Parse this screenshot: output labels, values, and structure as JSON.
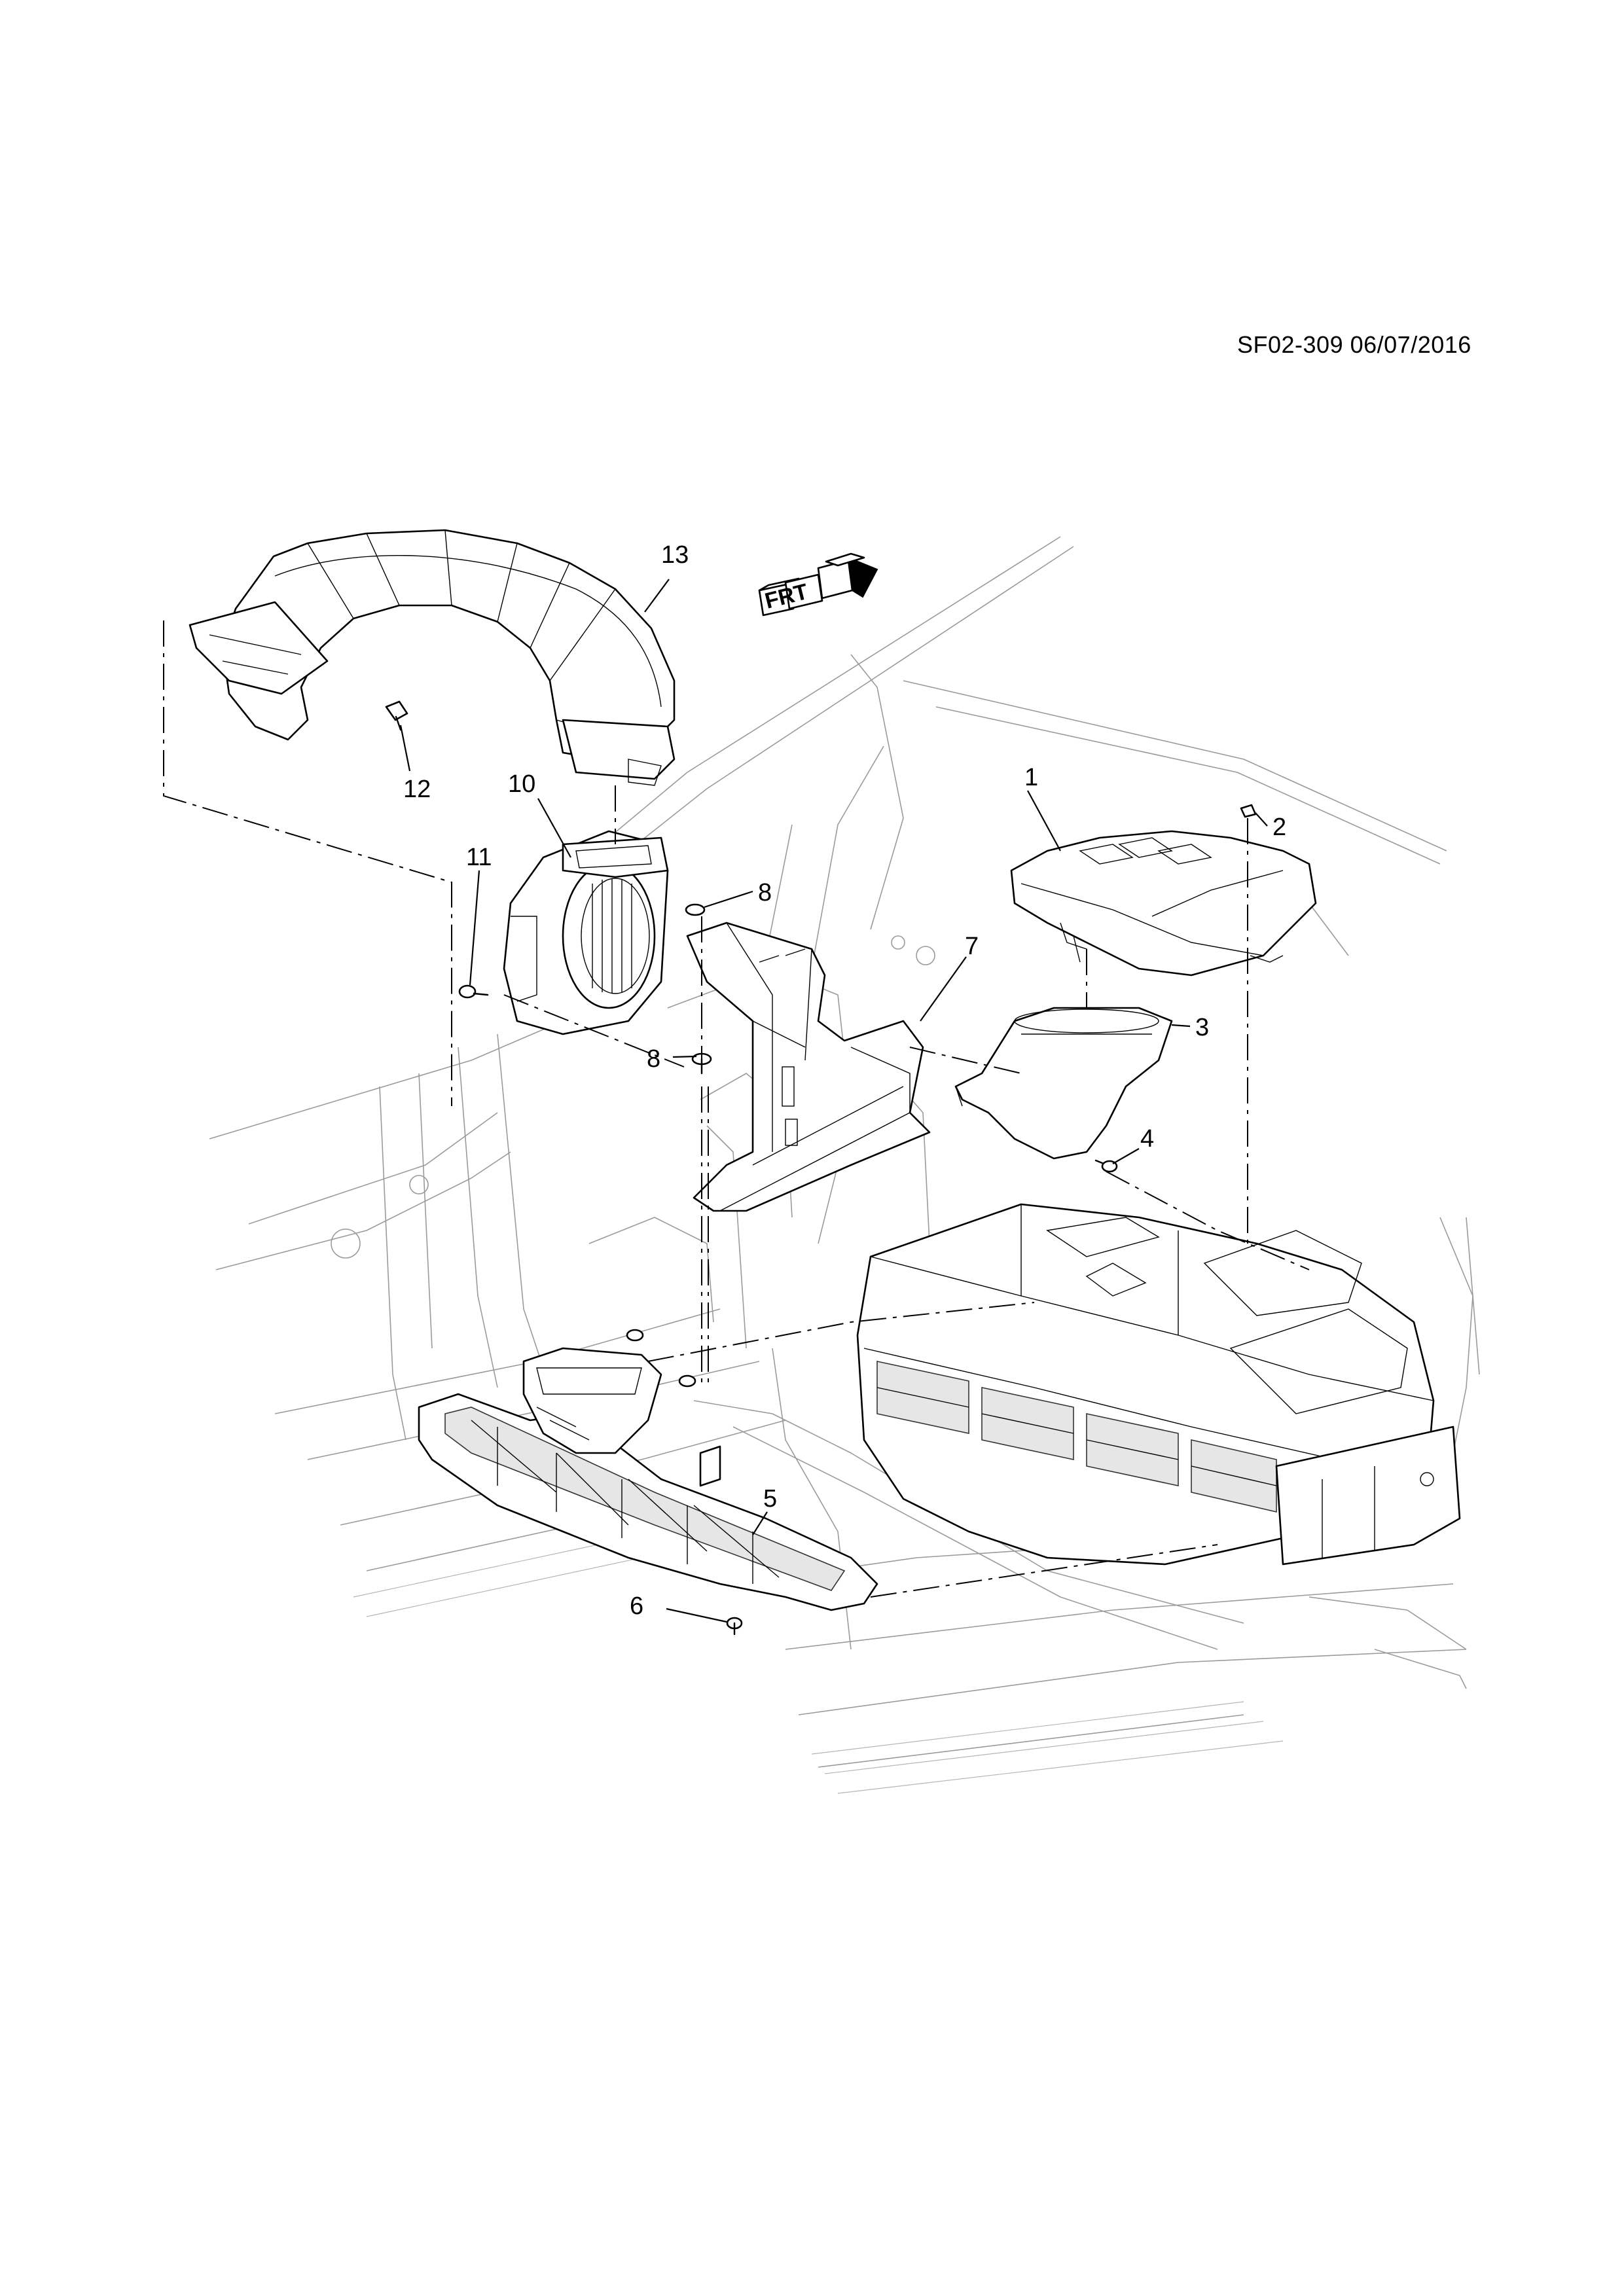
{
  "diagram": {
    "code": "SF02-309 06/07/2016",
    "front_indicator": "FRT",
    "callouts": [
      {
        "id": "c1",
        "label": "1"
      },
      {
        "id": "c2",
        "label": "2"
      },
      {
        "id": "c3",
        "label": "3"
      },
      {
        "id": "c4",
        "label": "4"
      },
      {
        "id": "c5",
        "label": "5"
      },
      {
        "id": "c6",
        "label": "6"
      },
      {
        "id": "c7",
        "label": "7"
      },
      {
        "id": "c8a",
        "label": "8"
      },
      {
        "id": "c8b",
        "label": "8"
      },
      {
        "id": "c10",
        "label": "10"
      },
      {
        "id": "c11",
        "label": "11"
      },
      {
        "id": "c12",
        "label": "12"
      },
      {
        "id": "c13",
        "label": "13"
      }
    ]
  }
}
